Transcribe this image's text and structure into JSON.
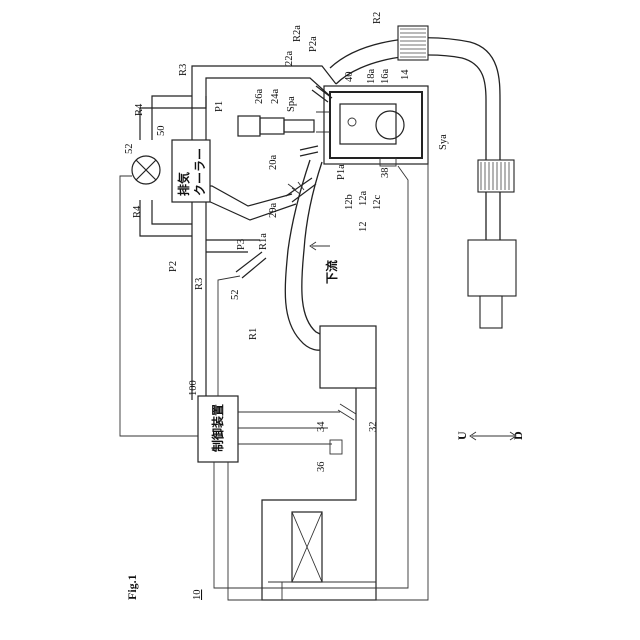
{
  "figure": {
    "title": "Fig.1",
    "system_number": "10"
  },
  "blocks": {
    "controller": "制御装置",
    "cooler_line1": "排気",
    "cooler_line2": "クーラー"
  },
  "flow_text": "下流",
  "direction": {
    "up": "U",
    "down": "D"
  },
  "labels": {
    "R2": "R2",
    "R2a": "R2a",
    "P2a": "P2a",
    "22a": "22a",
    "R3_top": "R3",
    "40": "40",
    "18a": "18a",
    "16a": "16a",
    "14": "14",
    "26a": "26a",
    "24a": "24a",
    "Spa": "Spa",
    "P1_top": "P1",
    "R4_top": "R4",
    "52_valve": "52",
    "50": "50",
    "Sya": "Sya",
    "20a": "20a",
    "P1a": "P1a",
    "12a": "12a",
    "12b": "12b",
    "12c": "12c",
    "12": "12",
    "38": "38",
    "29a": "29a",
    "R1a": "R1a",
    "P3": "P3",
    "R4_left": "R4",
    "P2": "P2",
    "R3_left": "R3",
    "52_lower": "52",
    "R1": "R1",
    "100": "100",
    "34": "34",
    "32": "32",
    "36": "36"
  }
}
